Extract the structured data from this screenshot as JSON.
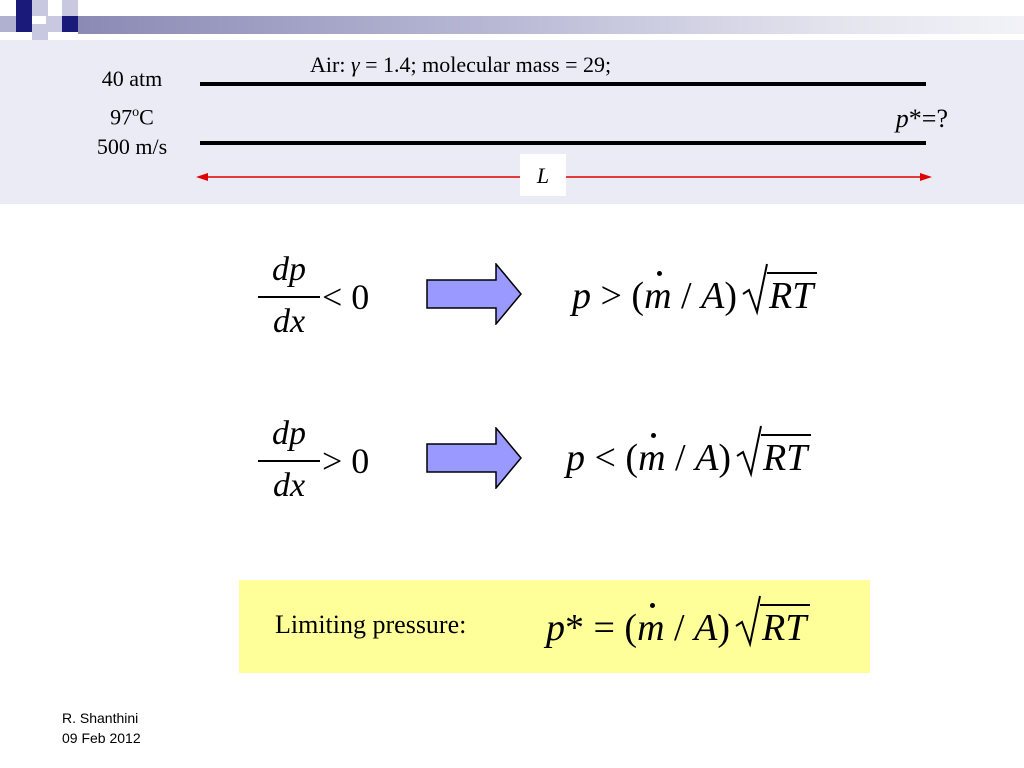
{
  "inlet": {
    "pressure": "40 atm",
    "temp_value": "97",
    "temp_sup": "o",
    "temp_unit": "C",
    "velocity": "500 m/s"
  },
  "air_info": {
    "prefix": "Air: ",
    "gamma_symbol": "γ",
    "rest": " = 1.4; molecular mass = 29;"
  },
  "outlet": {
    "label_italic": "p",
    "label_rest": "*=?"
  },
  "length_label": "L",
  "conditions": [
    {
      "numerator": "dp",
      "denominator": "dx",
      "relation": "< 0",
      "result_p": "p",
      "result_op": " > (",
      "mdot": "m",
      "mid": " / ",
      "A": "A",
      "close": ")",
      "root": "RT"
    },
    {
      "numerator": "dp",
      "denominator": "dx",
      "relation": "> 0",
      "result_p": "p",
      "result_op": " < (",
      "mdot": "m",
      "mid": " / ",
      "A": "A",
      "close": ")",
      "root": "RT"
    }
  ],
  "limit": {
    "label": "Limiting pressure:",
    "p": "p",
    "eq": "* = (",
    "mdot": "m",
    "mid": " / ",
    "A": "A",
    "close": ")",
    "root": "RT"
  },
  "footer": {
    "author": "R. Shanthini",
    "date": "09 Feb 2012"
  },
  "colors": {
    "band": "#ebebf5",
    "arrow_fill": "#9999ff",
    "highlight": "#ffff99",
    "dimension_line": "#e00000"
  }
}
